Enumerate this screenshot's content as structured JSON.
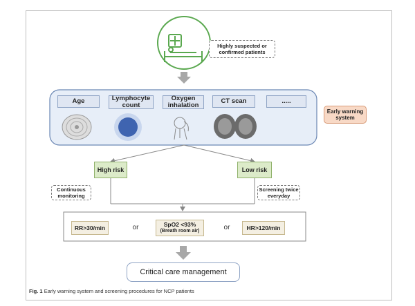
{
  "patient_label": "Highly suspected or confirmed patients",
  "factors": [
    "Age",
    "Lymphocyte count",
    "Oxygen inhalation",
    "CT scan",
    "....."
  ],
  "early_warning": "Early warning system",
  "high_risk": "High risk",
  "low_risk": "Low risk",
  "continuous": "Continuous monitoring",
  "screening": "Screening twice everyday",
  "criteria": {
    "rr": "RR>30/min",
    "spo2_line1": "SpO2 <93%",
    "spo2_line2": "(Breath room air)",
    "hr": "HR>120/min",
    "or": "or"
  },
  "critical": "Critical care management",
  "caption_bold": "Fig. 1",
  "caption_text": "Early warning system and screening procedures for NCP patients",
  "colors": {
    "green": "#5aa84f",
    "factor_fill": "#dfe6f2",
    "risk_fill": "#dcebc9",
    "crit_fill": "#f4efe2",
    "warn_fill": "#f8d9c6"
  }
}
